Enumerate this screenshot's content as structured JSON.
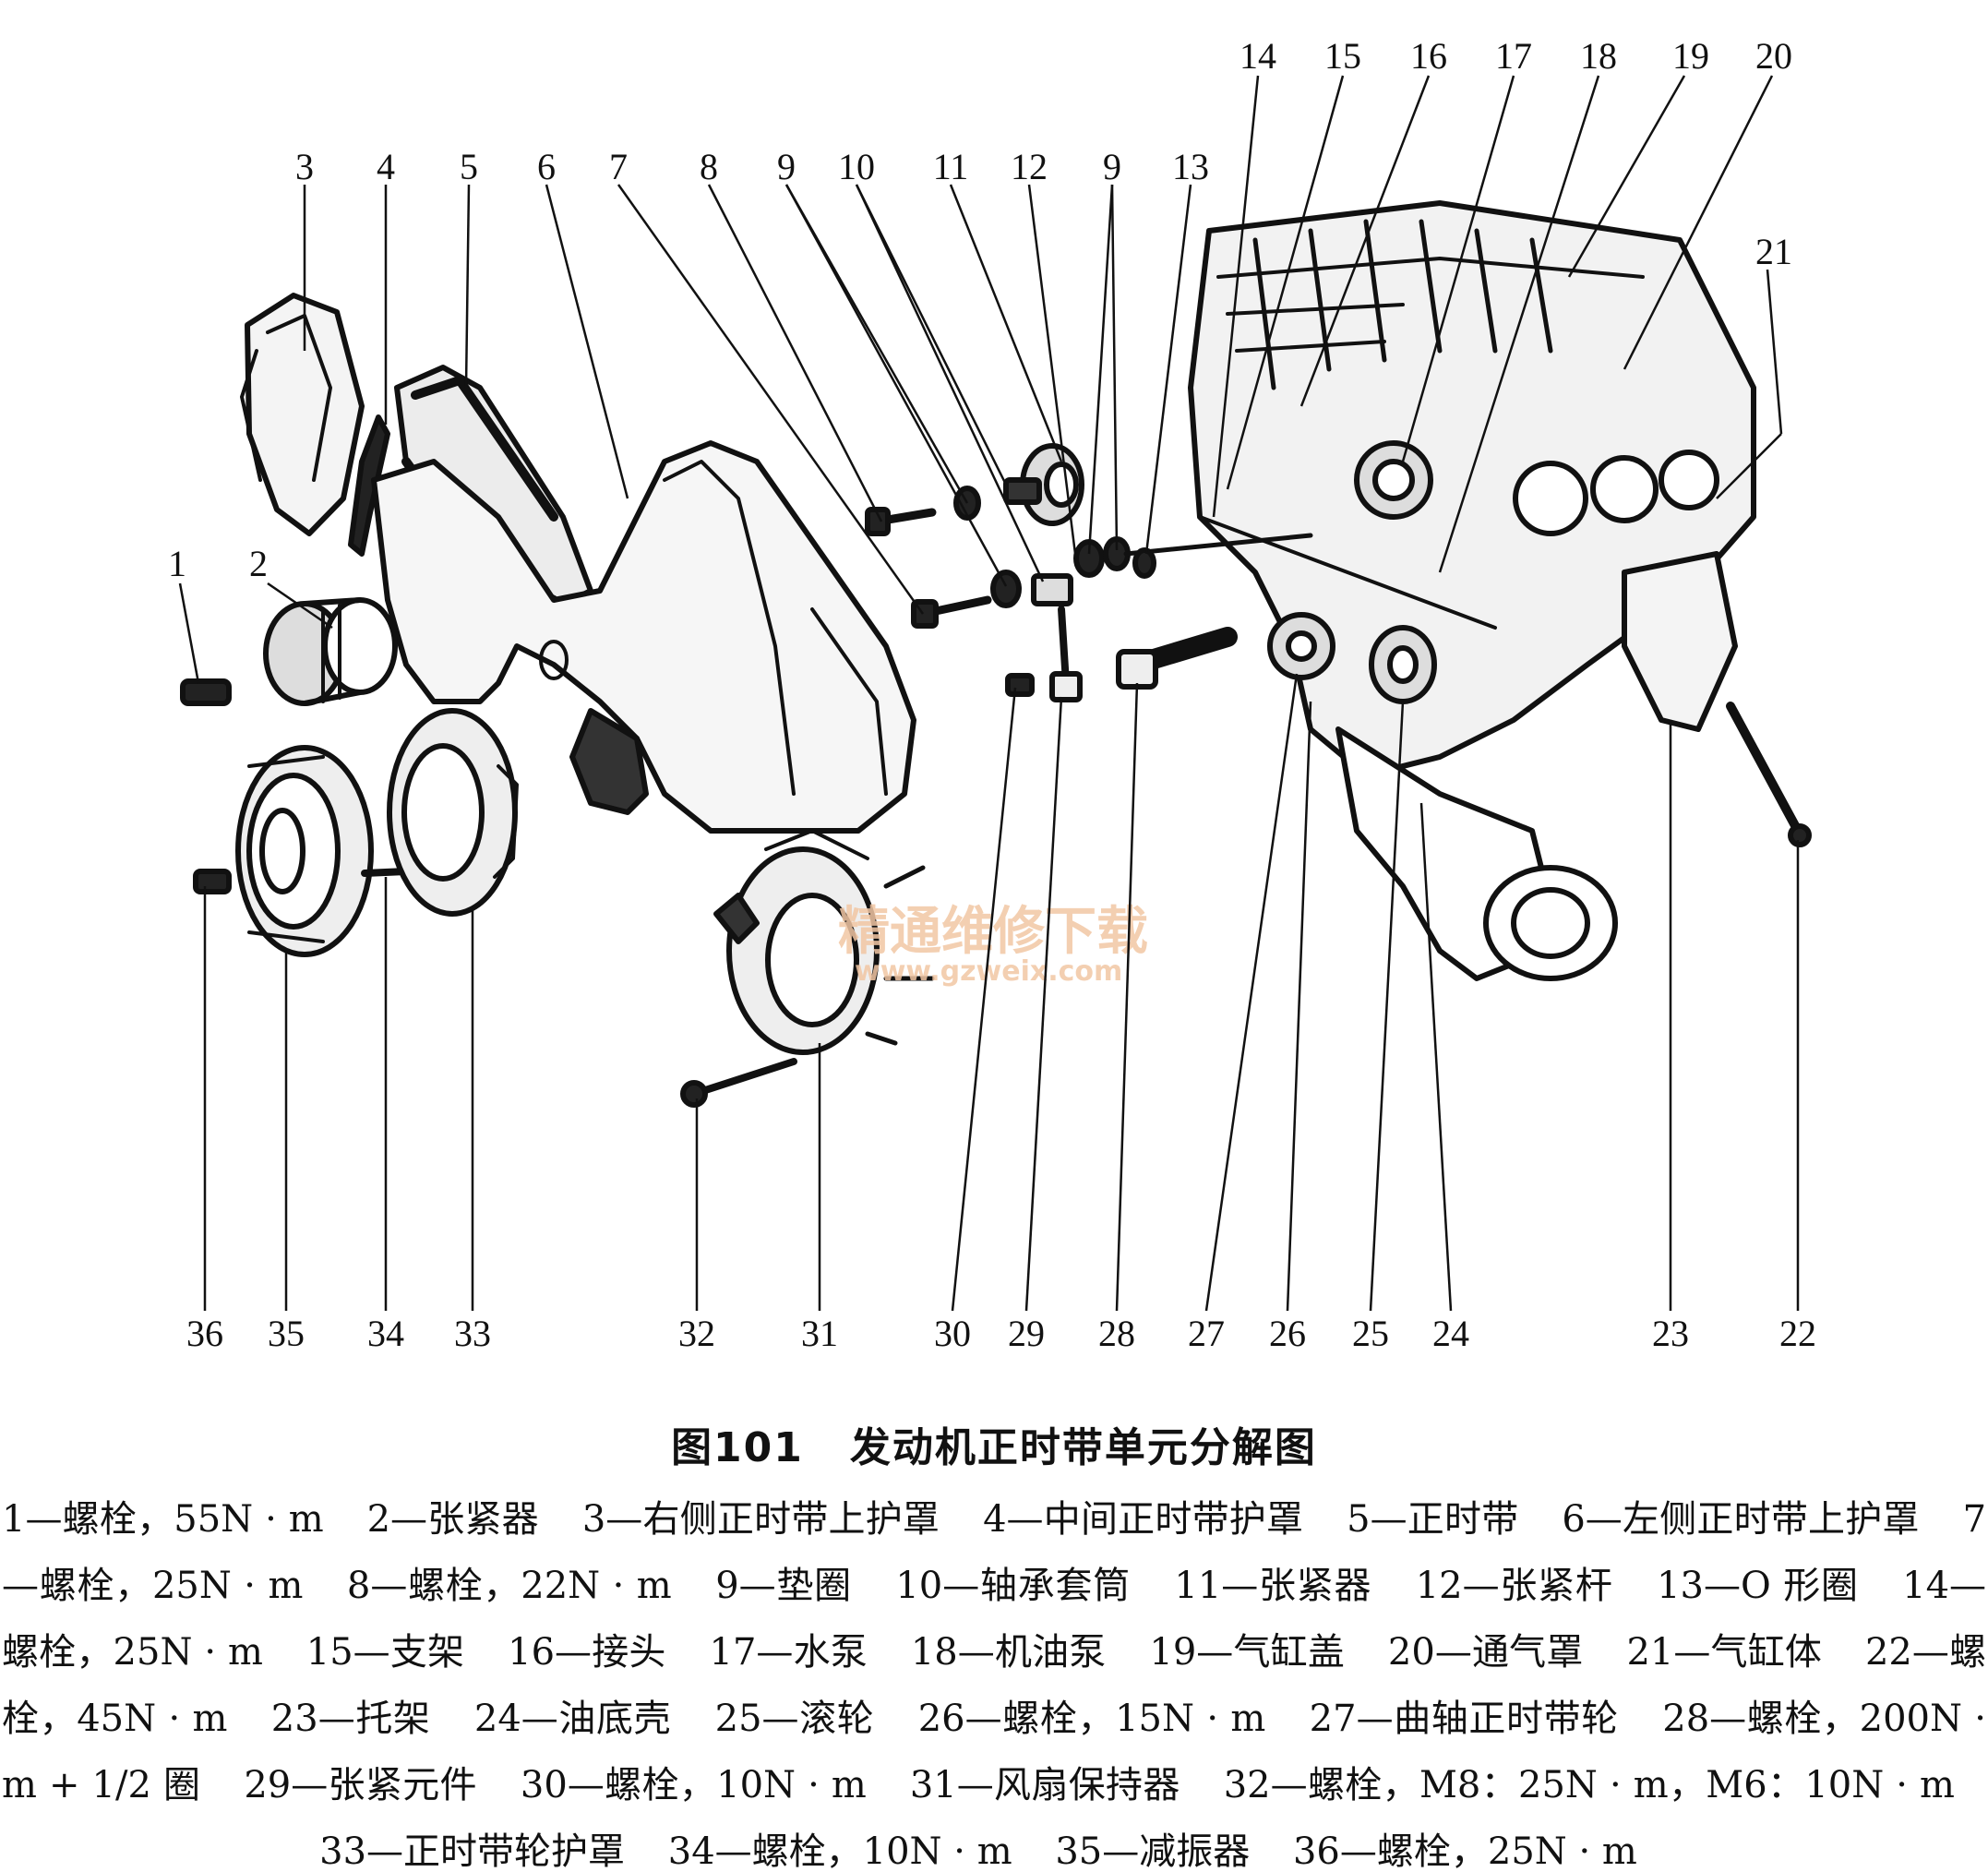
{
  "figure": {
    "number": "图101",
    "title": "发动机正时带单元分解图"
  },
  "watermark": {
    "site_name": "精通维修下载",
    "url": "www.gzweix.com"
  },
  "callouts": {
    "top_row_upper": [
      "14",
      "15",
      "16",
      "17",
      "18",
      "19",
      "20"
    ],
    "top_row": [
      "3",
      "4",
      "5",
      "6",
      "7",
      "8",
      "9",
      "10",
      "11",
      "12",
      "9",
      "13"
    ],
    "side_left": [
      "1",
      "2"
    ],
    "side_right": [
      "21"
    ],
    "bottom_row": [
      "36",
      "35",
      "34",
      "33",
      "32",
      "31",
      "30",
      "29",
      "28",
      "27",
      "26",
      "25",
      "24",
      "23",
      "22"
    ]
  },
  "legend": [
    "1—螺栓，55N · m",
    "2—张紧器",
    "3—右侧正时带上护罩",
    "4—中间正时带护罩",
    "5—正时带",
    "6—左侧正时带上护罩",
    "7—螺栓，25N · m",
    "8—螺栓，22N · m",
    "9—垫圈",
    "10—轴承套筒",
    "11—张紧器",
    "12—张紧杆",
    "13—O 形圈",
    "14—螺栓，25N · m",
    "15—支架",
    "16—接头",
    "17—水泵",
    "18—机油泵",
    "19—气缸盖",
    "20—通气罩",
    "21—气缸体",
    "22—螺栓，45N · m",
    "23—托架",
    "24—油底壳",
    "25—滚轮",
    "26—螺栓，15N · m",
    "27—曲轴正时带轮",
    "28—螺栓，200N · m + 1/2 圈",
    "29—张紧元件",
    "30—螺栓，10N · m",
    "31—风扇保持器",
    "32—螺栓，M8：25N · m，M6：10N · m",
    "33—正时带轮护罩",
    "34—螺栓，10N · m",
    "35—减振器",
    "36—螺栓，25N · m"
  ]
}
